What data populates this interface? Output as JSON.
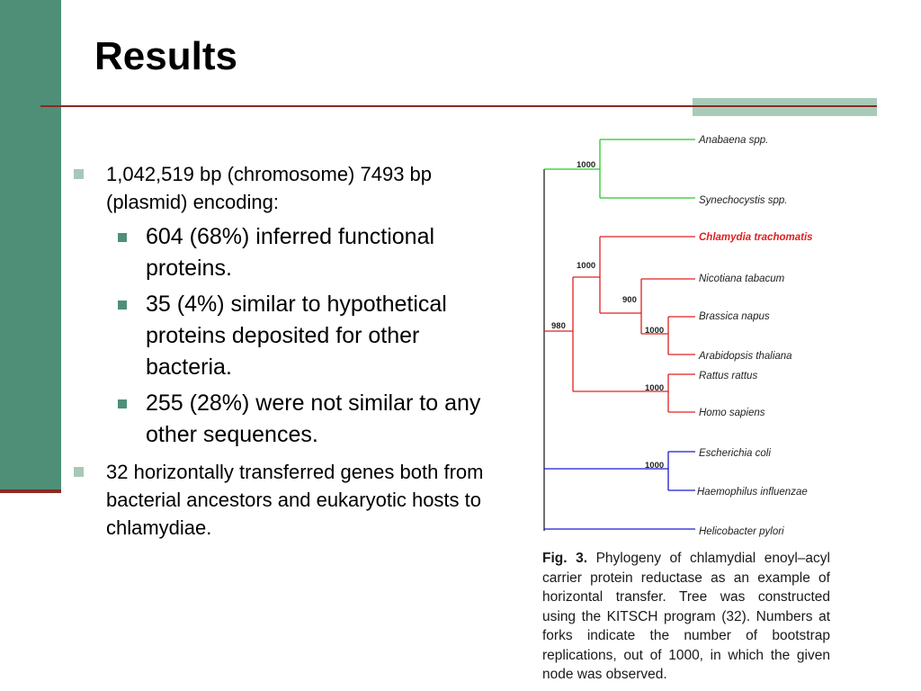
{
  "slide": {
    "title": "Results",
    "bullets": [
      {
        "text": "1,042,519 bp (chromosome) 7493 bp (plasmid) encoding:",
        "sub": [
          "604 (68%) inferred functional proteins.",
          "35 (4%) similar to hypothetical proteins deposited for other bacteria.",
          "255 (28%) were not similar to any other sequences."
        ]
      },
      {
        "text": "32 horizontally transferred genes both from bacterial ancestors and eukaryotic hosts to chlamydiae.",
        "sub": []
      }
    ]
  },
  "figure": {
    "taxa": {
      "anabaena": "Anabaena spp.",
      "synechocystis": "Synechocystis spp.",
      "chlamydia": "Chlamydia trachomatis",
      "nicotiana": "Nicotiana tabacum",
      "brassica": "Brassica napus",
      "arabidopsis": "Arabidopsis thaliana",
      "rattus": "Rattus rattus",
      "homo": "Homo sapiens",
      "escherichia": "Escherichia coli",
      "haemophilus": "Haemophilus influenzae",
      "helicobacter": "Helicobacter pylori"
    },
    "bootstrap": {
      "cyano": "1000",
      "chlamydia_plants": "1000",
      "plants": "900",
      "brassica_arabidopsis": "1000",
      "eukaryote_clade": "980",
      "animals": "1000",
      "proteobacteria": "1000"
    },
    "caption": {
      "label": "Fig. 3.",
      "text": "Phylogeny of chlamydial enoyl–acyl carrier protein reductase as an example of horizontal transfer. Tree was constructed using the KITSCH program (32). Numbers at forks indicate the number of bootstrap replications, out of 1000, in which the given node was observed."
    },
    "colors": {
      "cyanobacteria": "#22cc22",
      "eukaryote_clade": "#e02020",
      "proteobacteria": "#1a1ad0",
      "chlamydia_label": "#e02020"
    }
  }
}
